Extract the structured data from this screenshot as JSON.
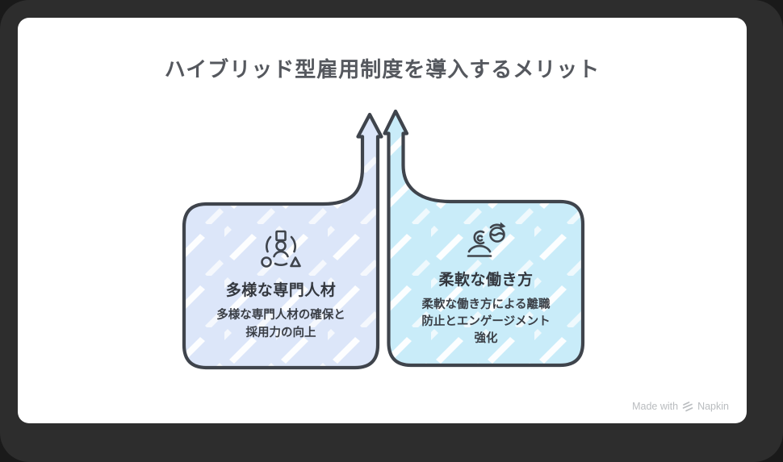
{
  "page": {
    "title": "ハイブリッド型雇用制度を導入するメリット"
  },
  "colors": {
    "frame_bg": "#2d2d2d",
    "card_bg": "#ffffff",
    "outline": "#3f444c",
    "title_text": "#55585e",
    "box_text": "#3a3e45",
    "left_box_fill": "#dce6f9",
    "right_box_fill": "#c9ecf9",
    "hatch_stroke": "#ffffff",
    "watermark_text": "#b9bcbf"
  },
  "boxes": [
    {
      "icon": "diverse-talent-icon",
      "title": "多様な専門人材",
      "description": "多様な専門人材の確保と採用力の向上"
    },
    {
      "icon": "flexible-work-icon",
      "title": "柔軟な働き方",
      "description": "柔軟な働き方による離職防止とエンゲージメント強化"
    }
  ],
  "watermark": {
    "prefix": "Made with",
    "logo": "napkin-logo-icon",
    "brand": "Napkin"
  }
}
